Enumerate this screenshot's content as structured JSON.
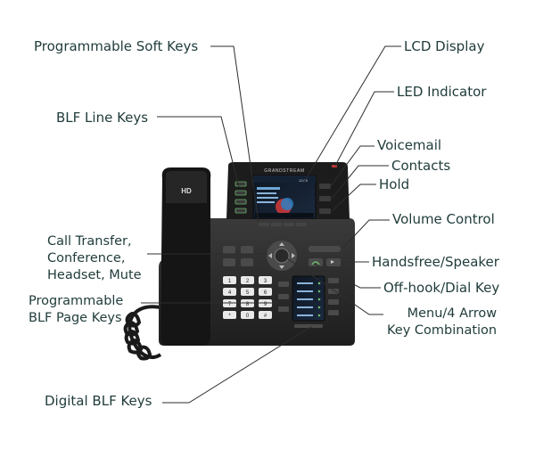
{
  "brand": "GRANDSTREAM",
  "handset_badge": "HD",
  "labels": {
    "soft_keys": "Programmable Soft Keys",
    "lcd_display": "LCD Display",
    "led_indicator": "LED Indicator",
    "blf_line_keys": "BLF Line Keys",
    "voicemail": "Voicemail",
    "contacts": "Contacts",
    "hold": "Hold",
    "volume_control": "Volume Control",
    "call_transfer": "Call Transfer,\nConference,\nHeadset, Mute",
    "handsfree": "Handsfree/Speaker",
    "offhook": "Off-hook/Dial Key",
    "blf_page_keys": "Programmable\nBLF Page Keys",
    "menu_arrow": "Menu/4 Arrow\nKey Combination",
    "digital_blf": "Digital BLF Keys"
  },
  "keypad": [
    "1",
    "2",
    "3",
    "4",
    "5",
    "6",
    "7",
    "8",
    "9",
    "*",
    "0",
    "#"
  ],
  "colors": {
    "label_text": "#1f3b3a",
    "leader_line": "#2d2d2d",
    "phone_body": "#2a2a2a",
    "screen_accent": "#2f7fc2"
  }
}
